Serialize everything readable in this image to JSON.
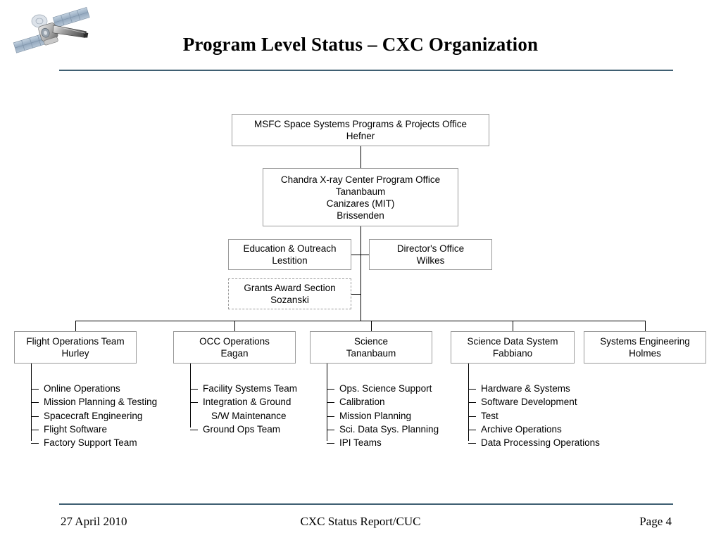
{
  "slide": {
    "title": "Program Level Status – CXC Organization",
    "logo_icon": "chandra-satellite-icon",
    "rule_color": "#3f5f72"
  },
  "footer": {
    "date": "27 April 2010",
    "center": "CXC Status Report/CUC",
    "page": "Page 4"
  },
  "org": {
    "msfc": {
      "line1": "MSFC Space Systems Programs & Projects Office",
      "line2": "Hefner"
    },
    "cxc_program_office": {
      "line1": "Chandra X-ray Center Program Office",
      "line2": "Tananbaum",
      "line3": "Canizares (MIT)",
      "line4": "Brissenden"
    },
    "education_outreach": {
      "line1": "Education & Outreach",
      "line2": "Lestition"
    },
    "directors_office": {
      "line1": "Director's Office",
      "line2": "Wilkes"
    },
    "grants_award": {
      "line1": "Grants Award Section",
      "line2": "Sozanski",
      "border": "dashed"
    },
    "divisions": [
      {
        "title": "Flight Operations Team",
        "lead": "Hurley",
        "items": [
          {
            "text": "Online Operations",
            "tick": true
          },
          {
            "text": "Mission Planning & Testing",
            "tick": true
          },
          {
            "text": "Spacecraft Engineering",
            "tick": true
          },
          {
            "text": "Flight Software",
            "tick": true
          },
          {
            "text": "Factory Support Team",
            "tick": true
          }
        ]
      },
      {
        "title": "OCC Operations",
        "lead": "Eagan",
        "items": [
          {
            "text": "Facility Systems Team",
            "tick": true
          },
          {
            "text": "Integration & Ground",
            "tick": true
          },
          {
            "text": "S/W Maintenance",
            "tick": false
          },
          {
            "text": "Ground Ops Team",
            "tick": true
          }
        ]
      },
      {
        "title": "Science",
        "lead": "Tananbaum",
        "items": [
          {
            "text": "Ops. Science Support",
            "tick": true
          },
          {
            "text": "Calibration",
            "tick": true
          },
          {
            "text": "Mission Planning",
            "tick": true
          },
          {
            "text": "Sci. Data Sys. Planning",
            "tick": true
          },
          {
            "text": "IPI Teams",
            "tick": true
          }
        ]
      },
      {
        "title": "Science Data System",
        "lead": "Fabbiano",
        "items": [
          {
            "text": "Hardware & Systems",
            "tick": true
          },
          {
            "text": "Software Development",
            "tick": true
          },
          {
            "text": "Test",
            "tick": true
          },
          {
            "text": "Archive Operations",
            "tick": true
          },
          {
            "text": "Data Processing Operations",
            "tick": true
          }
        ]
      },
      {
        "title": "Systems Engineering",
        "lead": "Holmes",
        "items": []
      }
    ]
  }
}
